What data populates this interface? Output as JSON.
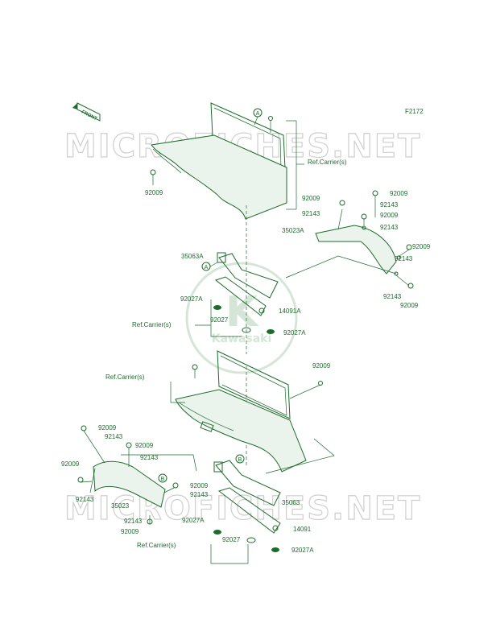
{
  "figure_code": "F2172",
  "front_label": "FRONT",
  "watermark": "MICROFICHES.NET",
  "logo": {
    "mark": "K",
    "text": "Kawasaki"
  },
  "callouts": {
    "a": "A",
    "b": "B"
  },
  "labels": {
    "p92009": "92009",
    "p92143": "92143",
    "p92027": "92027",
    "p92027a": "92027A",
    "p35023": "35023",
    "p35023a": "35023A",
    "p35063": "35063",
    "p35063a": "35063A",
    "p14091": "14091",
    "p14091a": "14091A",
    "ref_carrier": "Ref.Carrier(s)"
  }
}
